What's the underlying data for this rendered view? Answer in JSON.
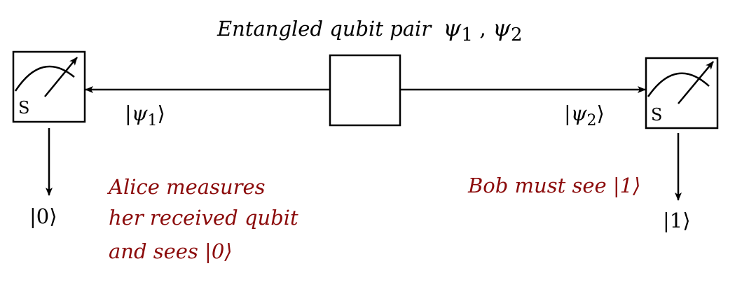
{
  "title": {
    "text": "Entangled qubit pair",
    "psi": "ψ",
    "sub1": "1",
    "sep": " ,",
    "sub2": "2"
  },
  "left_meter": {
    "label": "S"
  },
  "right_meter": {
    "label": "S"
  },
  "left_state": {
    "text": "|ψ",
    "sub": "1",
    "close": "⟩"
  },
  "right_state": {
    "text": "|ψ",
    "sub": "2",
    "close": "⟩"
  },
  "alice_result": "|0⟩",
  "bob_result": "|1⟩",
  "alice_note": [
    "Alice measures",
    "her received qubit",
    "and sees |0⟩"
  ],
  "bob_note": "Bob must see |1⟩",
  "colors": {
    "note": "#8b0a0a",
    "line": "#000000"
  }
}
